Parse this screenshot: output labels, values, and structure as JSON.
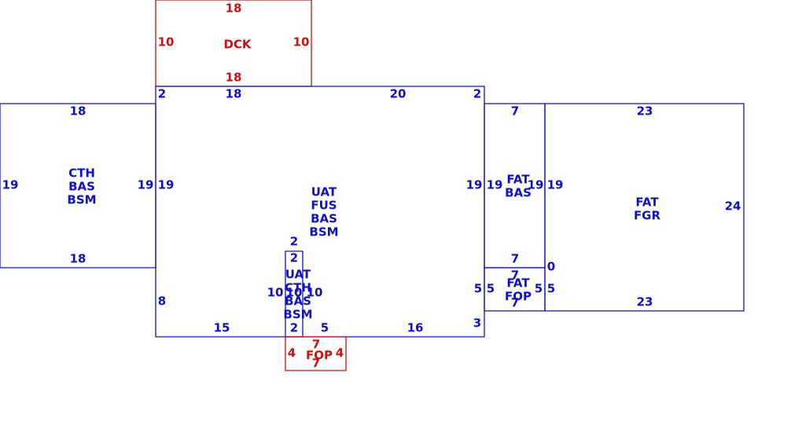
{
  "colors": {
    "blue": "#1010c8",
    "red": "#cc1010"
  },
  "areas": {
    "dck": {
      "color": "red",
      "label": [
        "DCK"
      ],
      "dims": {
        "top": "18",
        "bottom": "18",
        "left": "10",
        "right": "10"
      }
    },
    "cth_left": {
      "color": "blue",
      "label": [
        "CTH",
        "BAS",
        "BSM"
      ],
      "dims": {
        "top": "18",
        "bottom": "18",
        "left": "19",
        "right": "19"
      }
    },
    "uat_main": {
      "color": "blue",
      "label": [
        "UAT",
        "FUS",
        "BAS",
        "BSM"
      ],
      "dims": {
        "top_a": "18",
        "top_b": "20",
        "corner_tl": "2",
        "corner_tr": "2",
        "left": "19",
        "right": "19",
        "left_low": "8",
        "right_low_a": "5",
        "right_low_b": "3",
        "bottom_a": "15",
        "bottom_b": "5",
        "bottom_c": "16"
      }
    },
    "uat_small": {
      "color": "blue",
      "label": [
        "UAT",
        "CTH",
        "BAS",
        "BSM"
      ],
      "dims": {
        "top_outer": "2",
        "top_inner": "2",
        "bottom": "2",
        "left": "10",
        "left_inner": "10",
        "right": "10"
      }
    },
    "fop_bottom": {
      "color": "red",
      "label": [
        "FOP"
      ],
      "dims": {
        "top": "7",
        "bottom": "7",
        "left": "4",
        "right": "4"
      }
    },
    "fat_bas": {
      "color": "blue",
      "label": [
        "FAT",
        "BAS"
      ],
      "dims": {
        "top": "7",
        "bottom": "7",
        "left": "19",
        "right": "19"
      }
    },
    "fat_fop": {
      "color": "blue",
      "label": [
        "FAT",
        "FOP"
      ],
      "dims": {
        "top": "7",
        "bottom": "7",
        "left": "5",
        "right": "5"
      }
    },
    "fat_fgr": {
      "color": "blue",
      "label": [
        "FAT",
        "FGR"
      ],
      "dims": {
        "top": "23",
        "bottom": "23",
        "left": "19",
        "left_low": "0",
        "left_low_b": "5",
        "right": "24"
      }
    }
  }
}
